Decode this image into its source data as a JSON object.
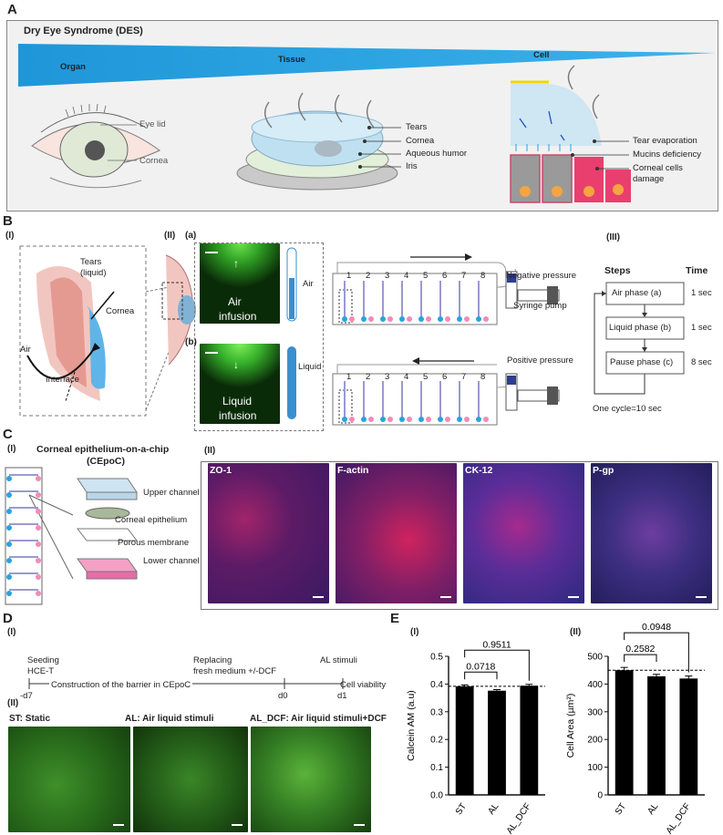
{
  "panel_letters": [
    "A",
    "B",
    "C",
    "D",
    "E"
  ],
  "a": {
    "title": "Dry Eye Syndrome (DES)",
    "scale_labels": [
      "Organ",
      "Tissue",
      "Cell"
    ],
    "eye_labels": [
      "Eye lid",
      "Cornea"
    ],
    "tissue_labels": [
      "Tears",
      "Cornea",
      "Aqueous humor",
      "Iris"
    ],
    "cell_labels": [
      "Tear evaporation",
      "Mucins deficiency",
      "Corneal cells",
      "damage"
    ]
  },
  "b": {
    "roman": [
      "(I)",
      "(II)",
      "(III)"
    ],
    "sub": [
      "(a)",
      "(b)"
    ],
    "anatomy_labels": [
      "Tears",
      "(liquid)",
      "Cornea",
      "Air",
      "Interface"
    ],
    "infusion": [
      "Air",
      "infusion",
      "Liquid",
      "infusion"
    ],
    "tube_labels": [
      "Air",
      "Liquid"
    ],
    "channel_numbers": [
      "1",
      "2",
      "3",
      "4",
      "5",
      "6",
      "7",
      "8"
    ],
    "pump_labels": [
      "Negative pressure",
      "Syringe pump",
      "Positive pressure"
    ],
    "steps_header": [
      "Steps",
      "Time"
    ],
    "steps": [
      {
        "name": "Air phase (a)",
        "time": "1 sec"
      },
      {
        "name": "Liquid phase (b)",
        "time": "1 sec"
      },
      {
        "name": "Pause phase (c)",
        "time": "8 sec"
      }
    ],
    "cycle": "One cycle=10 sec"
  },
  "c": {
    "roman": [
      "(I)",
      "(II)"
    ],
    "chip_title": [
      "Corneal epithelium-on-a-chip",
      "(CEpoC)"
    ],
    "layers": [
      "Upper channel",
      "Corneal epithelium",
      "Porous membrane",
      "Lower channel"
    ],
    "stains": [
      "ZO-1",
      "F-actin",
      "CK-12",
      "P-gp"
    ]
  },
  "d": {
    "roman": [
      "(I)",
      "(II)"
    ],
    "timeline_top": [
      "Seeding",
      "HCE-T",
      "Replacing",
      "fresh medium +/-DCF",
      "AL stimuli"
    ],
    "timeline_mid": [
      "Construction of the barrier  in CEpoC",
      "Cell viability"
    ],
    "timeline_days": [
      "-d7",
      "d0",
      "d1"
    ],
    "conditions": [
      "ST: Static",
      "AL: Air liquid stimuli",
      "AL_DCF: Air liquid stimuli+DCF"
    ]
  },
  "chart_data": [
    {
      "type": "bar",
      "panel": "(I)",
      "categories": [
        "ST",
        "AL",
        "AL_DCF"
      ],
      "values": [
        0.392,
        0.376,
        0.394
      ],
      "errors": [
        0.005,
        0.004,
        0.005
      ],
      "ylabel": "Calcein AM (a.u)",
      "ylim": [
        0.0,
        0.5
      ],
      "yticks": [
        "0.0",
        "0.1",
        "0.2",
        "0.3",
        "0.4",
        "0.5"
      ],
      "reference_line": 0.392,
      "pvalues": [
        "0.0718",
        "0.9511"
      ]
    },
    {
      "type": "bar",
      "panel": "(II)",
      "categories": [
        "ST",
        "AL",
        "AL_DCF"
      ],
      "values": [
        450,
        428,
        420
      ],
      "errors": [
        10,
        7,
        9
      ],
      "ylabel": "Cell Area (µm²)",
      "ylim": [
        0,
        500
      ],
      "yticks": [
        "0",
        "100",
        "200",
        "300",
        "400",
        "500"
      ],
      "reference_line": 450,
      "pvalues": [
        "0.2582",
        "0.0948"
      ]
    }
  ]
}
